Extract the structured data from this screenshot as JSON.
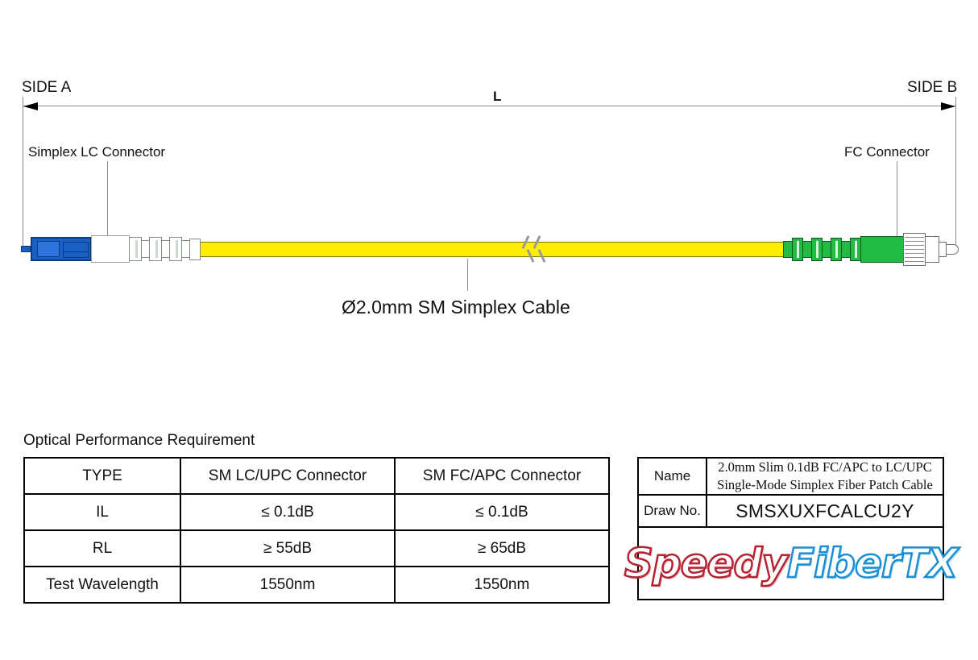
{
  "drawing": {
    "side_a_label": "SIDE A",
    "side_b_label": "SIDE B",
    "length_dim_label": "L",
    "connector_a_label": "Simplex LC Connector",
    "connector_b_label": "FC Connector",
    "cable_caption": "Ø2.0mm SM Simplex Cable"
  },
  "performance": {
    "section_title": "Optical Performance Requirement",
    "headers": [
      "TYPE",
      "SM LC/UPC Connector",
      "SM FC/APC Connector"
    ],
    "rows": [
      {
        "type": "IL",
        "lc_upc": "≤ 0.1dB",
        "fc_apc": "≤ 0.1dB"
      },
      {
        "type": "RL",
        "lc_upc": "≥ 55dB",
        "fc_apc": "≥ 65dB"
      },
      {
        "type": "Test Wavelength",
        "lc_upc": "1550nm",
        "fc_apc": "1550nm"
      }
    ]
  },
  "title_block": {
    "name_key": "Name",
    "name_value_line1": "2.0mm Slim 0.1dB FC/APC to LC/UPC",
    "name_value_line2": "Single-Mode Simplex Fiber Patch Cable",
    "draw_no_key": "Draw No.",
    "draw_no_value": "SMSXUXFCALCU2Y",
    "logo_part1": "Speedy",
    "logo_part2": "FiberTX"
  },
  "colors": {
    "lc_connector_blue": "#1a5fc4",
    "fc_connector_green": "#22bb44",
    "cable_yellow": "#ffee00",
    "logo_red": "#b52231",
    "logo_blue": "#1a8fd6"
  }
}
